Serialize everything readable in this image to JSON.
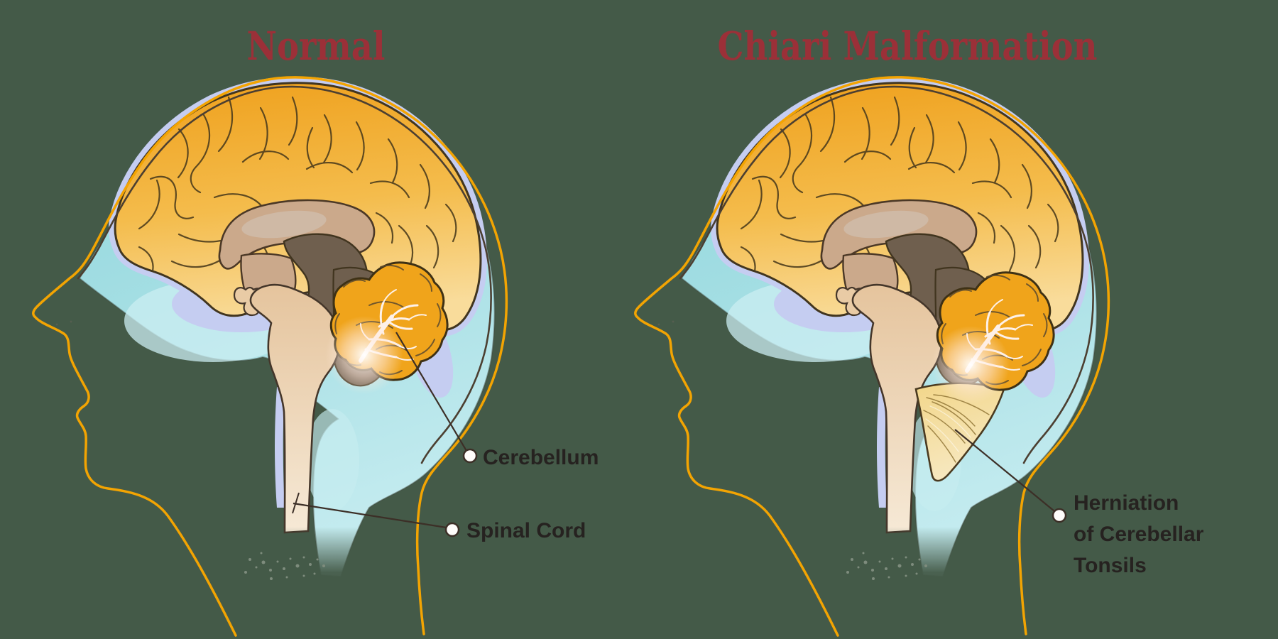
{
  "background_color": "#445A48",
  "colors": {
    "title_red": "#9B3038",
    "label_text": "#262220",
    "leader_line": "#3C2F27",
    "label_dot_fill": "#FFFDFB",
    "head_outline_orange": "#F3A402",
    "skull_line": "#4C3F31",
    "csf_teal": "#A9E0E5",
    "csf_periwinkle": "#C5CDF1",
    "brain_orange": "#EFA01C",
    "brain_orange_light": "#F9DC9B",
    "corpus_callosum_tan": "#CBA98B",
    "midbrain_brown": "#6F5F4E",
    "brainstem_tan": "#E5C49D",
    "cerebellum_orange": "#F0A41B",
    "arbor_vitae_white": "#FDF1EA",
    "herniation_pale_yellow": "#F4DFA2"
  },
  "panels": [
    {
      "id": "normal",
      "title": "Normal",
      "labels": [
        {
          "id": "cerebellum",
          "text": "Cerebellum"
        },
        {
          "id": "spinal-cord",
          "text": "Spinal Cord"
        }
      ]
    },
    {
      "id": "chiari-malformation",
      "title": "Chiari Malformation",
      "labels": [
        {
          "id": "herniation-of-cerebellar-tonsils",
          "text": "Herniation of Cerebellar Tonsils",
          "line1": "Herniation",
          "line2": "of Cerebellar",
          "line3": "Tonsils"
        }
      ]
    }
  ]
}
